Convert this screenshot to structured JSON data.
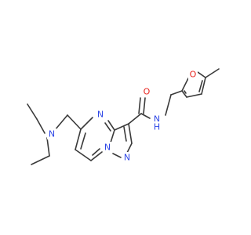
{
  "molecule": {
    "atoms": [
      {
        "id": "O1",
        "label": "O",
        "color": "#e8251f"
      },
      {
        "id": "N_amide",
        "label": "N",
        "color": "#2d46e6"
      },
      {
        "id": "H_amide",
        "label": "H",
        "color": "#2d46e6"
      },
      {
        "id": "O_furan",
        "label": "O",
        "color": "#e8251f"
      },
      {
        "id": "N4",
        "label": "N",
        "color": "#2d46e6"
      },
      {
        "id": "N_amine",
        "label": "N",
        "color": "#2d46e6"
      },
      {
        "id": "N_bridge",
        "label": "N",
        "color": "#2d46e6"
      },
      {
        "id": "N2",
        "label": "N",
        "color": "#2d46e6"
      }
    ],
    "bond_color": "#3a3a3a"
  }
}
